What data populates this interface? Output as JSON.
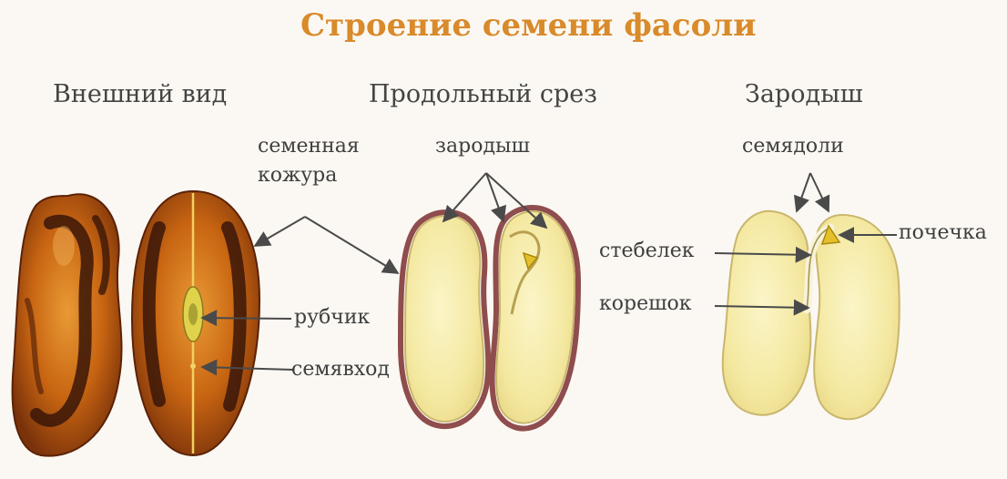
{
  "title": "Строение семени фасоли",
  "sections": {
    "exterior": "Внешний вид",
    "section": "Продольный срез",
    "embryo": "Зародыш"
  },
  "labels": {
    "seed_coat_1": "семенная",
    "seed_coat_2": "кожура",
    "hilum": "рубчик",
    "micropyle": "семявход",
    "embryo": "зародыш",
    "cotyledons": "семядоли",
    "stem": "стебелек",
    "root": "корешок",
    "bud": "почечка"
  },
  "colors": {
    "title": "#d98a2b",
    "seed_coat_brown": "#8a3e0c",
    "seed_coat_orange": "#d9731c",
    "seed_dark": "#3a1608",
    "cotyledon_fill": "#f7ecaa",
    "cotyledon_edge": "#c9b66d",
    "coat_line": "#8f4d4d"
  }
}
